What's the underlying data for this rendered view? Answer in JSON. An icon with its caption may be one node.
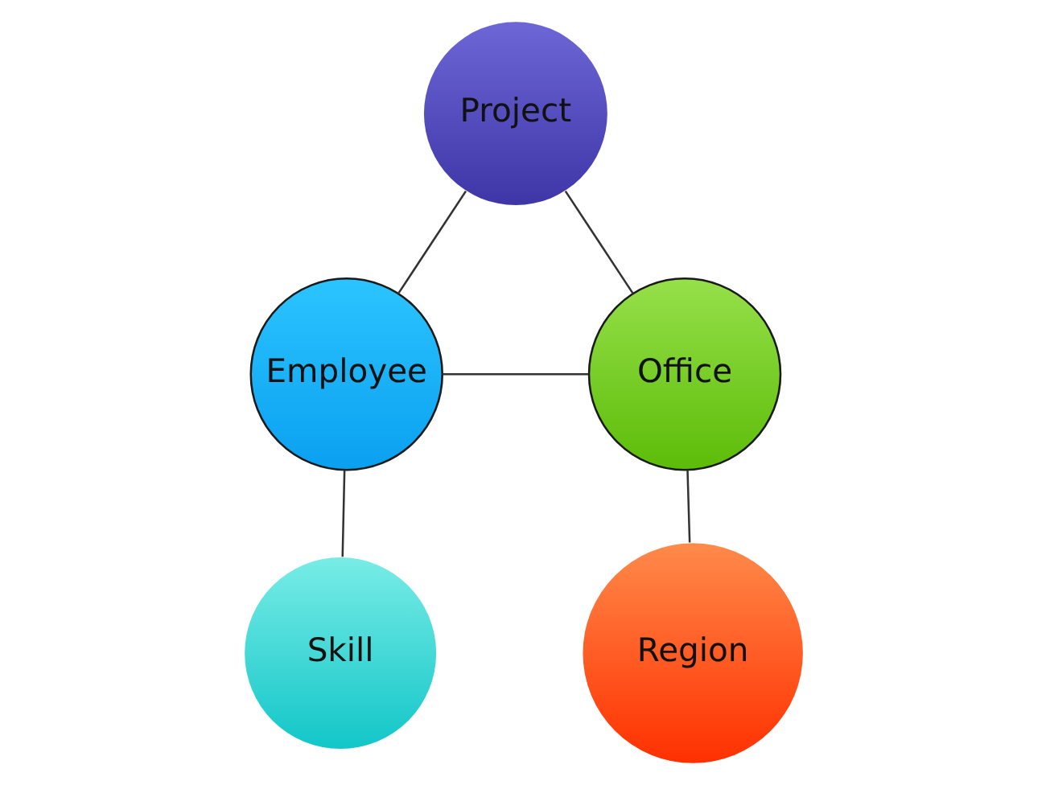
{
  "diagram": {
    "nodes": [
      {
        "text": [
          "Project"
        ]
      },
      {
        "text": [
          "Employee"
        ]
      },
      {
        "text": [
          "Office"
        ]
      },
      {
        "text": [
          "Skill"
        ]
      },
      {
        "text": [
          "Region"
        ]
      }
    ],
    "edges": [
      {
        "from": 0,
        "to": 1,
        "arrow": "none"
      },
      {
        "from": 0,
        "to": 2,
        "arrow": "none"
      },
      {
        "from": 1,
        "to": 2,
        "arrow": "none"
      },
      {
        "from": 1,
        "to": 3,
        "arrow": "none"
      },
      {
        "from": 2,
        "to": 4,
        "arrow": "none"
      }
    ]
  }
}
